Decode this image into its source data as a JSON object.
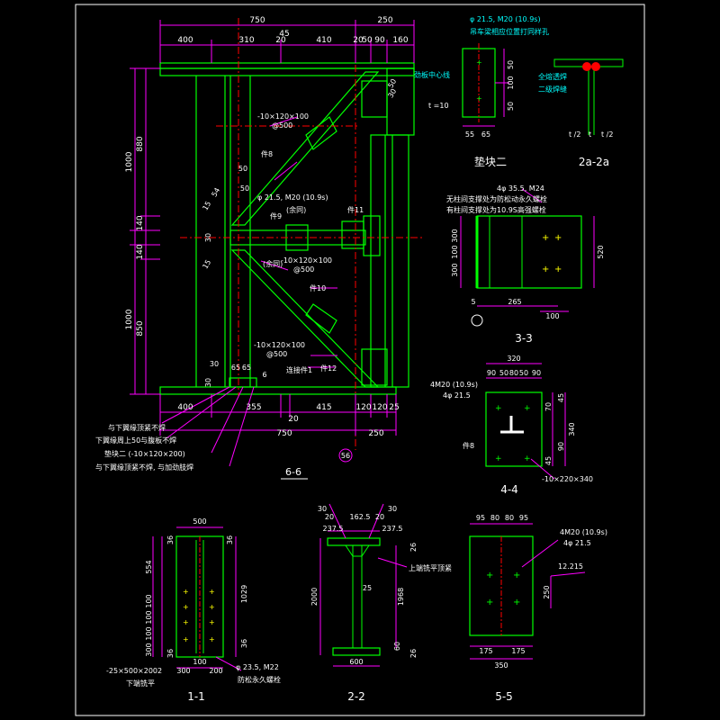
{
  "colors": {
    "background": "#000000",
    "frame": "#ffffff",
    "steel": "#00ff00",
    "dim_text": "#ffffff",
    "note_text": "#00ffff",
    "dim_line": "#ff00ff",
    "center_line": "#ff0000",
    "bolt": "#ffff00"
  },
  "view_66": {
    "title": "6-6",
    "dims_top": [
      "750",
      "250",
      "400",
      "310",
      "45",
      "20",
      "410",
      "20",
      "50",
      "90",
      "160"
    ],
    "dims_left": [
      "1000",
      "880",
      "140",
      "140",
      "1000",
      "850"
    ],
    "dims_bottom": [
      "400",
      "355",
      "20",
      "415",
      "120",
      "120",
      "25",
      "750",
      "250"
    ],
    "misc_dims": [
      "50",
      "50",
      "65",
      "65",
      "30",
      "15",
      "15",
      "54",
      "30",
      "30",
      "6",
      "50",
      "30"
    ],
    "labels": {
      "web_centerline": "劲板中心线",
      "plate_top": "-10×120×100",
      "plate_top_spacing": "@500",
      "part8": "件8",
      "part9": "件9",
      "part10": "件10",
      "part11": "件11",
      "part12": "件12",
      "bolt_hole": "φ 21.5, M20 (10.9s)",
      "remaining1": "(余同)",
      "remaining2": "(余同)",
      "plate_mid": "-10×120×100",
      "plate_mid_spacing": "@500",
      "plate_bot": "-10×120×100",
      "plate_bot_spacing": "@500",
      "connector": "连接件1",
      "axis_mark": "56"
    },
    "notes": [
      "与下翼缘顶紧不焊",
      "下翼缘周上50与腹板不焊",
      "垫块二 (-10×120×200)",
      "与下翼缘顶紧不焊, 与加劲肢焊"
    ]
  },
  "pad_two": {
    "title": "垫块二",
    "note": "φ 21.5, M20 (10.9s)",
    "note2": "吊车梁相应位置打同样孔",
    "thickness": "t =10",
    "dims_right": [
      "50",
      "100",
      "50"
    ],
    "dims_bottom": [
      "55",
      "65"
    ]
  },
  "view_2a": {
    "title": "2a-2a",
    "note1": "全熔透焊",
    "note2": "二级焊缝",
    "t_labels": [
      "t /2",
      "t",
      "t /2"
    ]
  },
  "view_33": {
    "title": "3-3",
    "bolt_spec": "4φ 35.5, M24",
    "note1": "无柱间支撑处为防松动永久螺栓",
    "note2": "有柱间支撑处为10.9S高强螺栓",
    "dims_left": [
      "300",
      "100",
      "300"
    ],
    "dim_right": "520",
    "dim_bottom": "265",
    "dim_bottom2": "100",
    "dim_5": "5"
  },
  "view_44": {
    "title": "4-4",
    "dims_top": [
      "320",
      "90",
      "50",
      "80",
      "50",
      "90"
    ],
    "bolt_spec": "4M20 (10.9s)",
    "bolt_hole": "4φ 21.5",
    "dims_right": [
      "70",
      "45",
      "340",
      "90",
      "45"
    ],
    "part": "件8",
    "plate": "-10×220×340"
  },
  "view_11": {
    "title": "1-1",
    "dim_top": "500",
    "dims_left": [
      "554",
      "100",
      "100",
      "100",
      "300"
    ],
    "dims_side": [
      "36",
      "36",
      "36",
      "36"
    ],
    "dim_right": "1029",
    "dim_bot1": "100",
    "dims_bot": [
      "300",
      "200"
    ],
    "plate": "-25×500×2002",
    "plate_note": "下端铣平",
    "bolt": "φ 23.5, M22",
    "bolt_note": "防松永久螺栓"
  },
  "view_22": {
    "title": "2-2",
    "dims_top": [
      "20",
      "162.5",
      "20",
      "237.5",
      "237.5",
      "30",
      "30"
    ],
    "dim_left": "2000",
    "dim_right": "1968",
    "dim_web": "25",
    "dim_bottom": "600",
    "dim_r1": "26",
    "dim_r2": "60",
    "dim_r3": "26",
    "note": "上端铣平顶紧"
  },
  "view_55": {
    "title": "5-5",
    "dims_top": [
      "95",
      "80",
      "80",
      "95"
    ],
    "bolt_spec": "4M20 (10.9s)",
    "bolt_hole": "4φ 21.5",
    "elevation": "12.215",
    "dim_250": "250",
    "dims_bottom": [
      "175",
      "175"
    ],
    "dim_total": "350"
  }
}
